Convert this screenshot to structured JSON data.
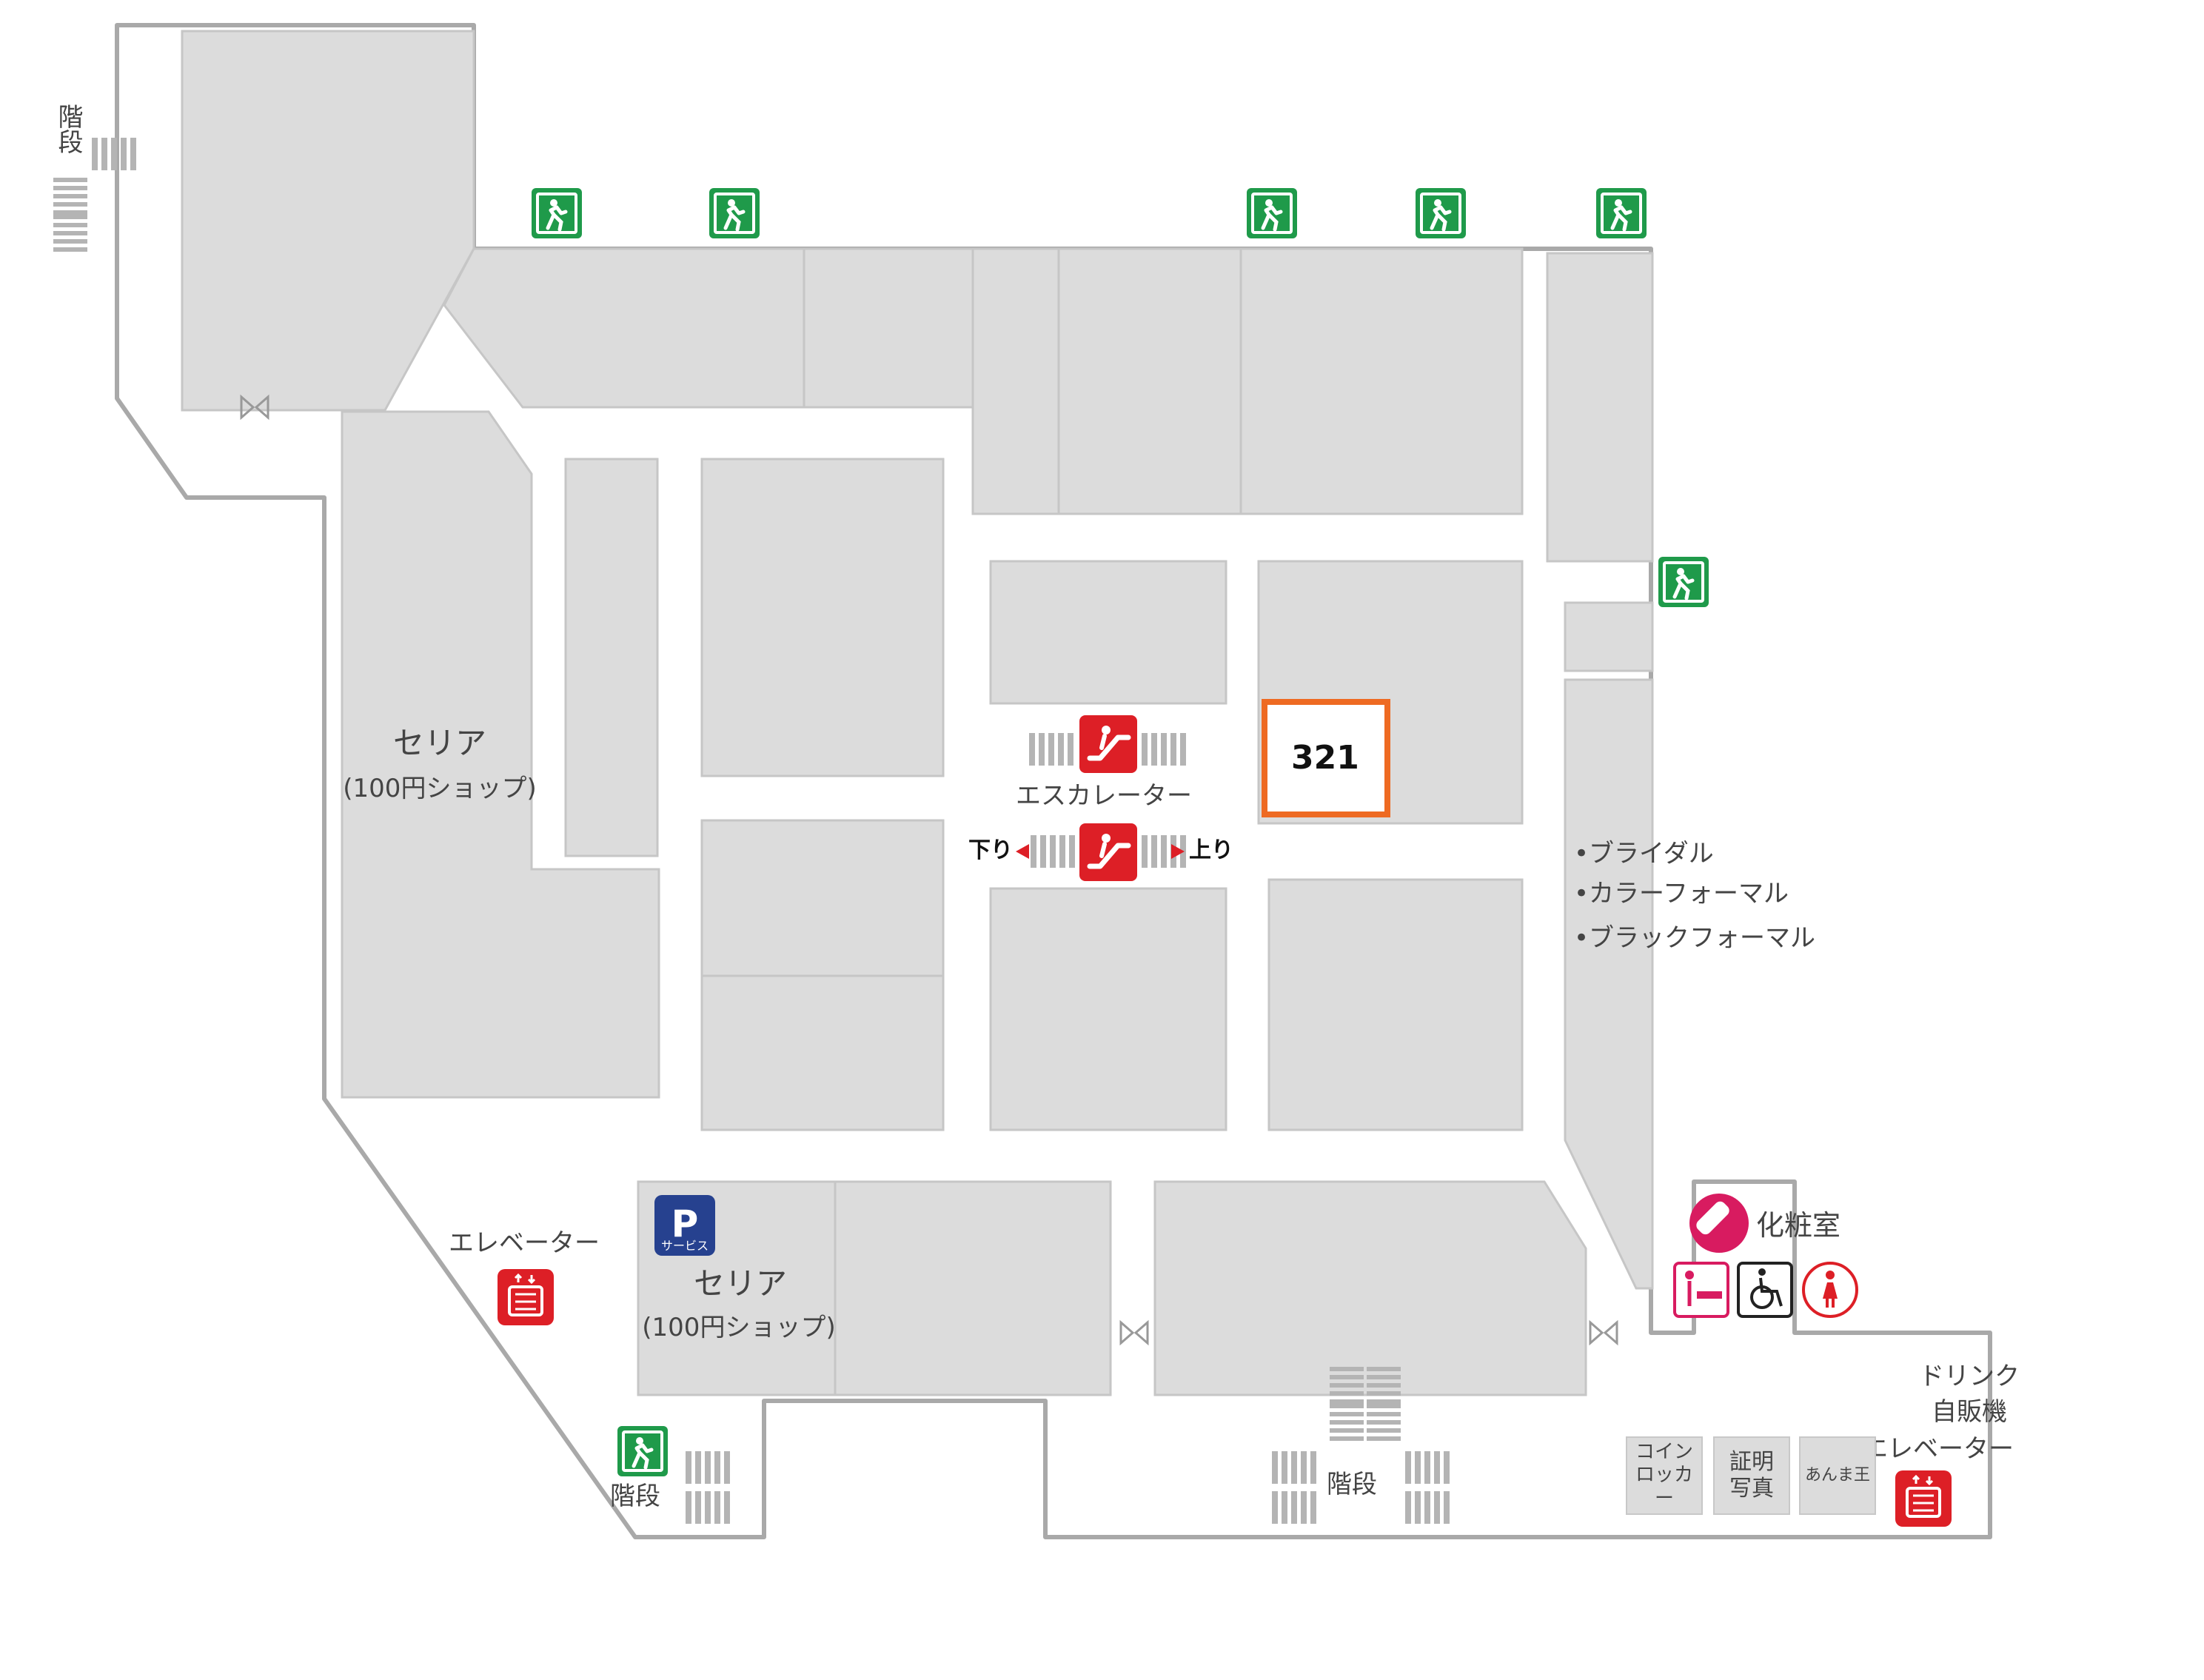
{
  "colors": {
    "wall": "#a9a9a9",
    "store": "#dcdcdc",
    "store_border": "#c6c6c6",
    "exit_green": "#1f9a4a",
    "facility_red": "#dd1f26",
    "highlight": "#ee6a22",
    "parking_blue": "#26418f",
    "restroom_pink": "#d81b60"
  },
  "stairs_top_left": "階段",
  "stairs_bottom_left": "階段",
  "stairs_bottom_center": "階段",
  "seria_top": {
    "name": "セリア",
    "sub": "(100円ショップ)"
  },
  "seria_bottom": {
    "name": "セリア",
    "sub": "(100円ショップ)"
  },
  "parking_service": {
    "letter": "P",
    "caption": "サービス"
  },
  "escalator": {
    "label": "エスカレーター",
    "down": "下り",
    "up": "上り"
  },
  "highlight_store": {
    "number": "321"
  },
  "formal_store": {
    "lines": [
      "•ブライダル",
      "•カラーフォーマル",
      "•ブラックフォーマル"
    ]
  },
  "elevator_left": "エレベーター",
  "elevator_right": "エレベーター",
  "restroom": {
    "label": "化粧室"
  },
  "drink_vending": {
    "line1": "ドリンク",
    "line2": "自販機"
  },
  "services": {
    "coin_locker": {
      "line1": "コイン",
      "line2": "ロッカー"
    },
    "id_photo": {
      "line1": "証明",
      "line2": "写真"
    },
    "massage": "あんま王"
  },
  "icons": {
    "exit": "emergency-exit-icon",
    "escalator": "escalator-icon",
    "elevator": "elevator-icon",
    "parking": "parking-service-icon",
    "baby_bottle": "baby-bottle-icon",
    "diaper_change": "diaper-changing-icon",
    "wheelchair": "wheelchair-icon",
    "women": "women-restroom-icon"
  }
}
